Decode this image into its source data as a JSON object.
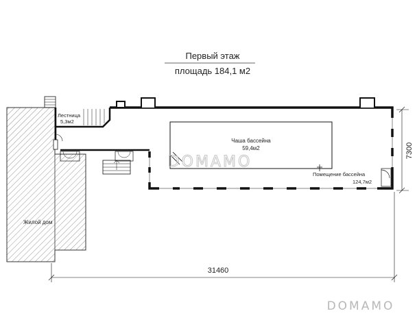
{
  "title": {
    "line1": "Первый этаж",
    "line2": "площадь 184,1 м2"
  },
  "rooms": {
    "stair": {
      "name": "Лестница",
      "area": "5,3м2"
    },
    "bowl": {
      "name": "Чаша бассейна",
      "area": "59,4м2"
    },
    "pool_room": {
      "name": "Помещение бассейна",
      "area": "124,7м2"
    },
    "house": {
      "name": "Жилой дом"
    }
  },
  "dimensions": {
    "width": "31460",
    "depth": "7300"
  },
  "watermark": {
    "center": "DOMAMO",
    "corner": "DOMAMO"
  },
  "colors": {
    "wall": "#111111",
    "hatch": "#555555",
    "watermark": "#c8c8c8"
  }
}
